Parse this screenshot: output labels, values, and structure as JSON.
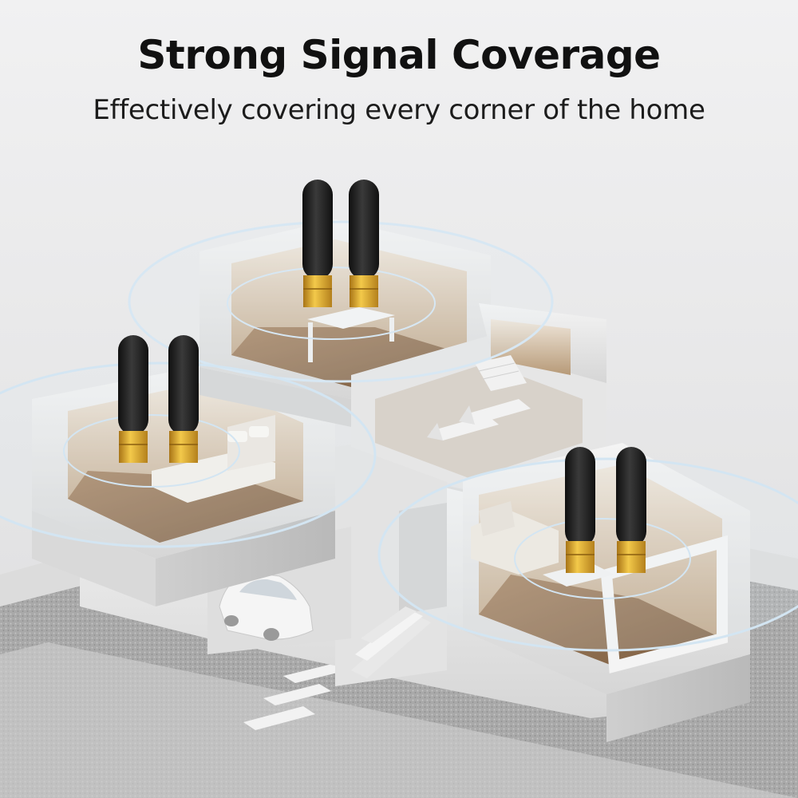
{
  "header": {
    "title": "Strong Signal Coverage",
    "subtitle": "Effectively covering every corner of the home"
  },
  "scene": {
    "antenna_pairs": 3,
    "antenna_body_color": "#1f1f1f",
    "connector_color": "#d9a628",
    "signal_ring_color": "#cfe3f2"
  }
}
